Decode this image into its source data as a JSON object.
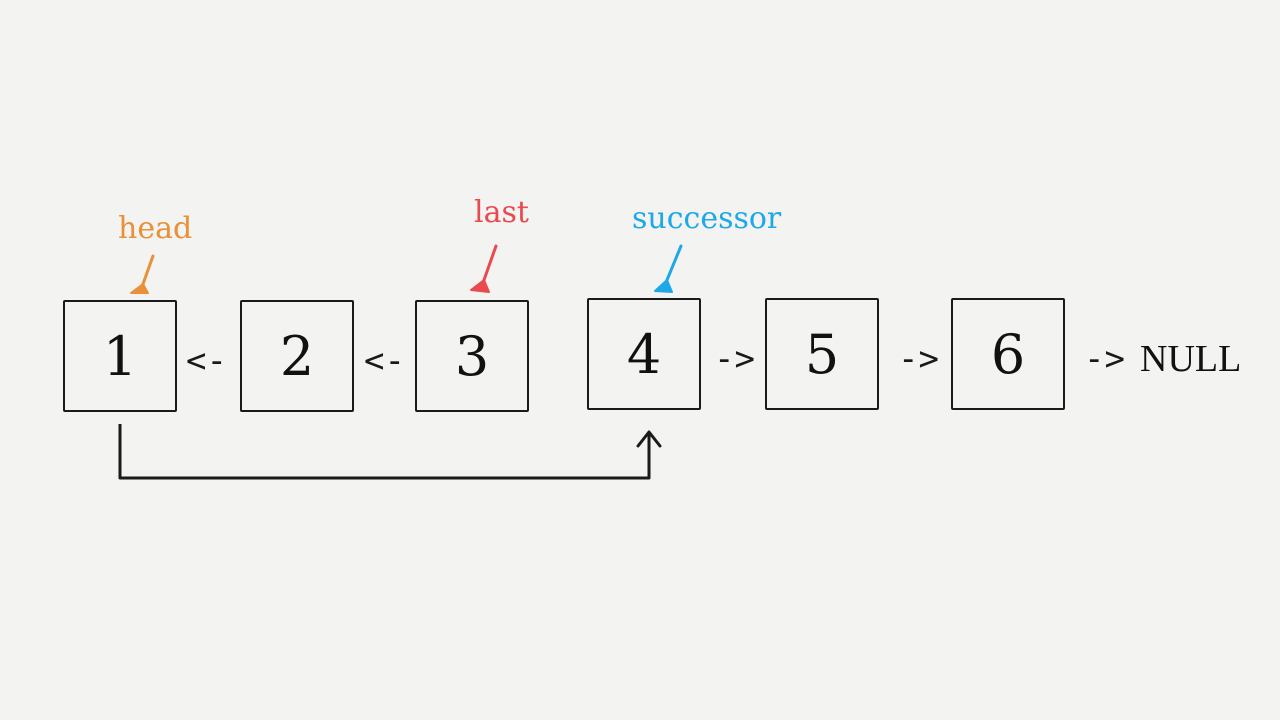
{
  "nodes": [
    "1",
    "2",
    "3",
    "4",
    "5",
    "6"
  ],
  "links": {
    "reverse_1": "<-",
    "reverse_2": "<-",
    "forward_1": "->",
    "forward_2": "->",
    "forward_3": "->"
  },
  "null_text": "NULL",
  "pointers": {
    "head": {
      "label": "head",
      "color": "#e8903a"
    },
    "last": {
      "label": "last",
      "color": "#e84a50"
    },
    "successor": {
      "label": "successor",
      "color": "#1ea8e8"
    }
  }
}
